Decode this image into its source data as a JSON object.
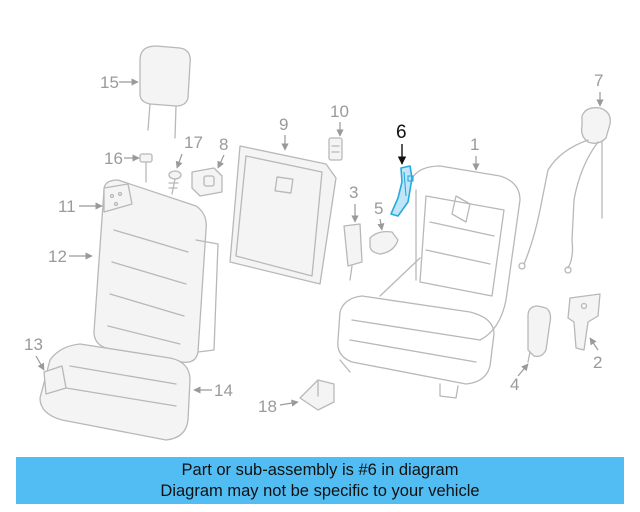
{
  "callouts": {
    "c1": "1",
    "c2": "2",
    "c3": "3",
    "c4": "4",
    "c5": "5",
    "c6": "6",
    "c7": "7",
    "c8": "8",
    "c9": "9",
    "c10": "10",
    "c11": "11",
    "c12": "12",
    "c13": "13",
    "c14": "14",
    "c15": "15",
    "c16": "16",
    "c17": "17",
    "c18": "18"
  },
  "highlight": {
    "part": "6",
    "color": "#2aa8e0"
  },
  "banner": {
    "line1": "Part or sub-assembly is #6 in diagram",
    "line2": "Diagram may not be specific to your vehicle",
    "background": "#51bdf3"
  }
}
